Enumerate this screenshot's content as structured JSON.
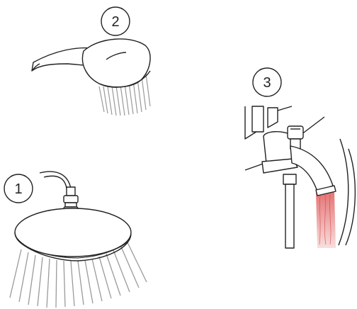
{
  "callouts": [
    {
      "label": "1"
    },
    {
      "label": "2"
    },
    {
      "label": "3"
    }
  ],
  "icons": [
    "rain-shower-head-icon",
    "hand-shower-icon",
    "bath-spout-icon"
  ],
  "colors": {
    "line": "#222222",
    "water": "#9a9a9a",
    "hot_water": "#e05a5a",
    "background": "#ffffff"
  }
}
